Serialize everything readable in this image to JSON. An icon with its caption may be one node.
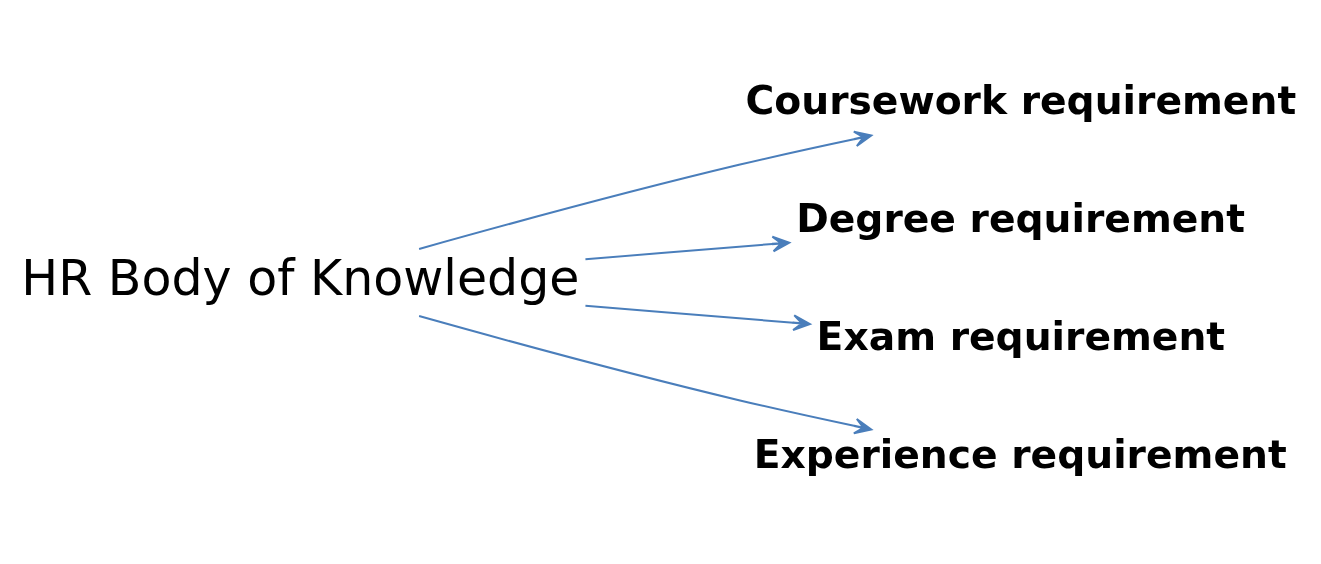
{
  "diagram": {
    "nodes": [
      {
        "text": [
          "HR Body of Knowledge"
        ]
      },
      {
        "text": [
          "Coursework requirement"
        ]
      },
      {
        "text": [
          "Degree requirement"
        ]
      },
      {
        "text": [
          "Exam requirement"
        ]
      },
      {
        "text": [
          "Experience requirement"
        ]
      }
    ],
    "edges": [
      {
        "from": 0,
        "to": 1,
        "arrow": "to"
      },
      {
        "from": 0,
        "to": 2,
        "arrow": "to"
      },
      {
        "from": 0,
        "to": 3,
        "arrow": "to"
      },
      {
        "from": 0,
        "to": 4,
        "arrow": "to"
      }
    ]
  }
}
